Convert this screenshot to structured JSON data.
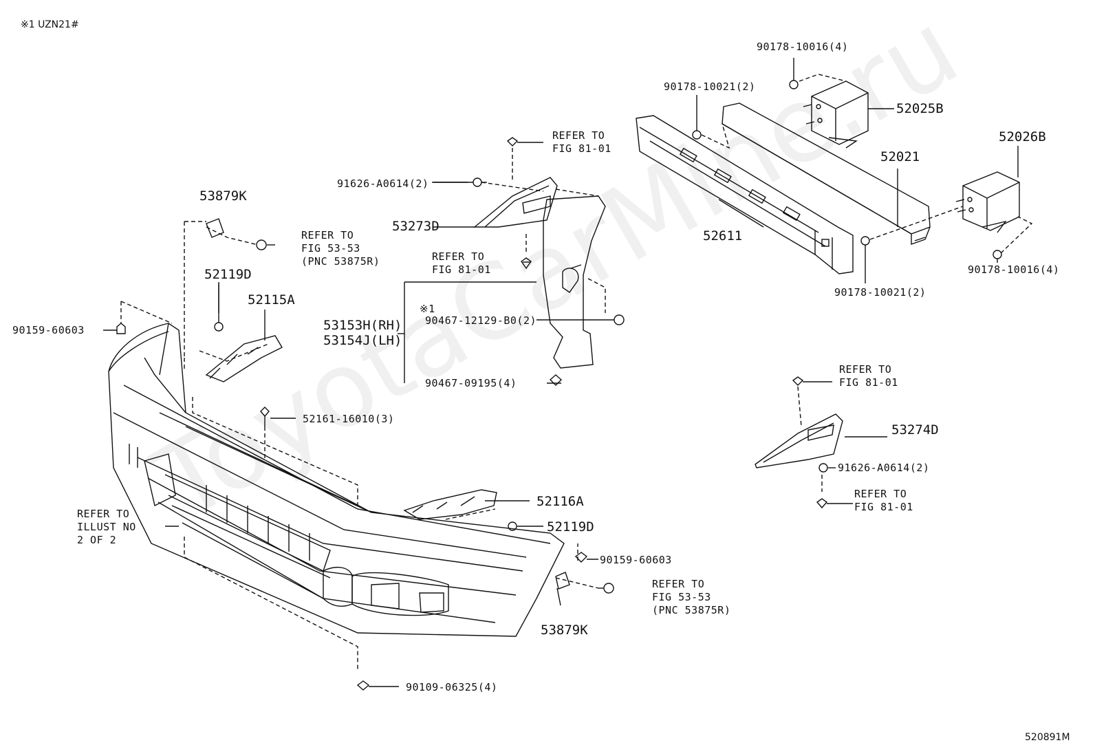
{
  "header_note": "※1 UZN21#",
  "watermark": "ToyotaCarMine.ru",
  "drawing_number": "520891M",
  "labels": {
    "p90178_10016_top": "90178-10016(4)",
    "p90178_10021_top": "90178-10021(2)",
    "p52025B": "52025B",
    "p52026B": "52026B",
    "p52021": "52021",
    "p52611": "52611",
    "p90178_10021_bot": "90178-10021(2)",
    "p90178_10016_bot": "90178-10016(4)",
    "refer_fig8101_a": "REFER TO\nFIG 81-01",
    "p91626_a": "91626-A0614(2)",
    "p53273D": "53273D",
    "refer_fig8101_b": "REFER TO\nFIG 81-01",
    "p53153H": "53153H(RH)\n53154J(LH)",
    "p90467_12129_note": "※1",
    "p90467_12129": "90467-12129-B0(2)",
    "p90467_09195": "90467-09195(4)",
    "p53879K_top": "53879K",
    "refer_fig5353_a": "REFER TO\nFIG 53-53\n(PNC 53875R)",
    "p52119D_top": "52119D",
    "p52115A": "52115A",
    "p90159_left": "90159-60603",
    "p52161": "52161-16010(3)",
    "refer_fig8101_c": "REFER TO\nFIG 81-01",
    "p53274D": "53274D",
    "p91626_b": "91626-A0614(2)",
    "refer_fig8101_d": "REFER TO\nFIG 81-01",
    "p52116A": "52116A",
    "p52119D_bot": "52119D",
    "refer_illust": "REFER TO\nILLUST NO\n2 OF 2",
    "p90159_right": "90159-60603",
    "refer_fig5353_b": "REFER TO\nFIG 53-53\n(PNC 53875R)",
    "p53879K_bot": "53879K",
    "p90109": "90109-06325(4)"
  }
}
